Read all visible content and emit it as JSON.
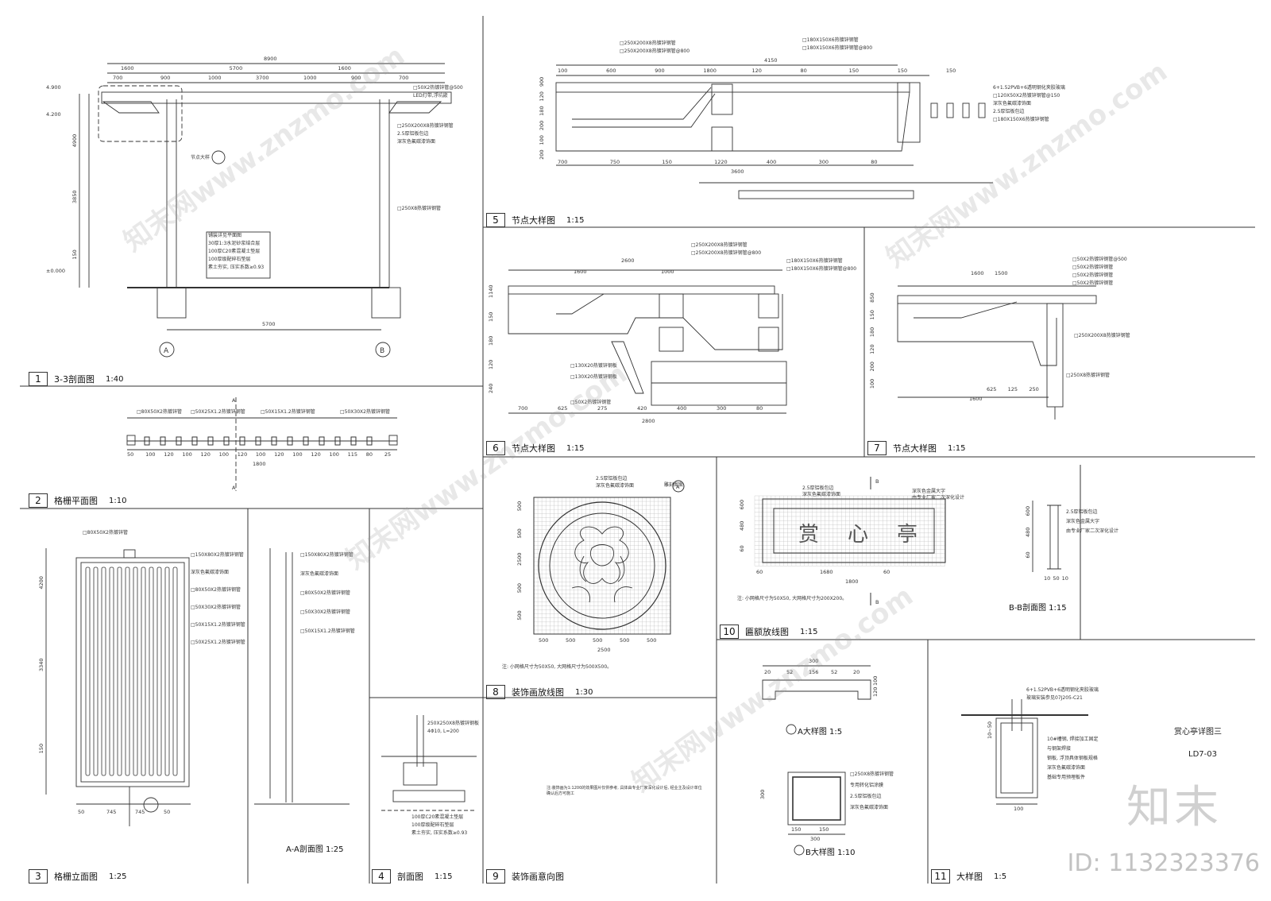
{
  "sheet": {
    "title": "赏心亭详图三",
    "code": "LD7-03",
    "watermark_logo": "知末",
    "watermark_id": "ID: 1132323376",
    "watermark_text": "知末网www.znzmo.com"
  },
  "panels": [
    {
      "num": "1",
      "name": "3-3剖面图",
      "scale": "1:40"
    },
    {
      "num": "2",
      "name": "格栅平面图",
      "scale": "1:10"
    },
    {
      "num": "3",
      "name": "格栅立面图",
      "scale": "1:25"
    },
    {
      "num": "4",
      "name": "剖面图",
      "scale": "1:15"
    },
    {
      "num": "5",
      "name": "节点大样图",
      "scale": "1:15"
    },
    {
      "num": "6",
      "name": "节点大样图",
      "scale": "1:15"
    },
    {
      "num": "7",
      "name": "节点大样图",
      "scale": "1:15"
    },
    {
      "num": "8",
      "name": "装饰画放线图",
      "scale": "1:30"
    },
    {
      "num": "9",
      "name": "装饰画意向图",
      "scale": ""
    },
    {
      "num": "10",
      "name": "匾额放线图",
      "scale": "1:15"
    },
    {
      "num": "11",
      "name": "大样图",
      "scale": "1:5"
    }
  ],
  "sub_views": {
    "aa": {
      "name": "A-A剖面图",
      "scale": "1:25"
    },
    "bb": {
      "name": "B-B剖面图",
      "scale": "1:15"
    },
    "a_detail": {
      "name": "A大样图",
      "scale": "1:5"
    },
    "b_detail": {
      "name": "B大样图",
      "scale": "1:10"
    }
  },
  "section33": {
    "dims_top": [
      "8900",
      "1600",
      "5700",
      "1600",
      "700",
      "900",
      "1000",
      "3700",
      "1000",
      "900",
      "700"
    ],
    "levels": [
      "4.900",
      "4.200",
      "±0.000"
    ],
    "dims_left": [
      "4900",
      "3850",
      "150"
    ],
    "dim_bottom": "5700",
    "axes": [
      "A",
      "B"
    ],
    "notes": [
      "□50X2热镀锌管@500",
      "LED灯带,浮坑嵌",
      "□250X200X8热镀锌钢管",
      "2.5厚铝板包边",
      "深灰色氟碳漆饰面",
      "□250X8热镀锌钢管",
      "节点大样"
    ],
    "floor_notes": [
      "铺装详见平面图",
      "30厚1:3水泥砂浆结合层",
      "100厚C20素混凝土垫层",
      "100厚级配碎石垫层",
      "素土夯实, 压实系数≥0.93"
    ]
  },
  "grille_plan": {
    "notes": [
      "□80X50X2热镀锌管",
      "□50X25X1.2热镀锌钢管",
      "□50X15X1.2热镀锌钢管",
      "□50X30X2热镀锌钢管"
    ],
    "dims": [
      "50",
      "100",
      "120",
      "100",
      "120",
      "100",
      "120",
      "100",
      "120",
      "100",
      "120",
      "100",
      "115",
      "80",
      "25"
    ],
    "total": "1800",
    "section_mark": "A"
  },
  "grille_elev": {
    "notes": [
      "□80X50X2热镀锌管",
      "□150X80X2热镀锌钢管",
      "深灰色氟碳漆饰面",
      "□80X50X2热镀锌钢管",
      "□50X30X2热镀锌钢管",
      "□50X15X1.2热镀锌钢管",
      "□50X25X1.2热镀锌钢管"
    ],
    "dims_bottom": [
      "50",
      "745",
      "745",
      "50"
    ],
    "dims_left": [
      "4200",
      "3340",
      "150"
    ]
  },
  "section4": {
    "notes": [
      "250X250X8热镀锌钢板",
      "4Φ10, L=200",
      "100厚C20素混凝土垫层",
      "100厚级配碎石垫层",
      "素土夯实, 压实系数≥0.93"
    ]
  },
  "node5": {
    "notes": [
      "□250X200X8热镀锌钢管",
      "□250X200X8热镀锌钢管@800",
      "□180X150X6热镀锌钢管",
      "□180X150X6热镀锌钢管@800",
      "6+1.52PVB+6透明钢化夹胶玻璃",
      "□120X50X2热镀锌钢管@150",
      "深灰色氟碳漆饰面",
      "2.5厚铝板包边",
      "□180X150X6热镀锌钢管"
    ],
    "dims_top": [
      "4150",
      "100",
      "600",
      "900",
      "1800",
      "120",
      "80",
      "150",
      "150",
      "150"
    ],
    "dims_bottom": [
      "700",
      "750",
      "150",
      "1220",
      "400",
      "300",
      "80",
      "3600"
    ],
    "dims_left": [
      "900",
      "120",
      "180",
      "200",
      "100",
      "200"
    ]
  },
  "node6": {
    "notes": [
      "□250X200X8热镀锌钢管",
      "□250X200X8热镀锌钢管@800",
      "□180X150X6热镀锌钢管",
      "□180X150X6热镀锌钢管@800",
      "□130X20热镀锌钢板",
      "□130X20热镀锌钢板",
      "□50X2热镀锌钢管"
    ],
    "dims_top": [
      "2600",
      "1600",
      "1000"
    ],
    "dims_bottom": [
      "700",
      "625",
      "275",
      "420",
      "400",
      "300",
      "80",
      "2800"
    ],
    "dims_left": [
      "1140",
      "150",
      "180",
      "120",
      "240"
    ]
  },
  "node7": {
    "notes": [
      "□50X2热镀锌钢管@500",
      "□50X2热镀锌钢管",
      "□50X2热镀锌钢管",
      "□50X2热镀锌钢管",
      "□250X200X8热镀锌钢管",
      "□250X8热镀锌钢管"
    ],
    "dims_top": [
      "1600",
      "1500"
    ],
    "dims_bottom": [
      "1600",
      "625",
      "125",
      "250"
    ],
    "dims_left": [
      "850",
      "150",
      "180",
      "120",
      "200",
      "100"
    ]
  },
  "mural": {
    "notes": [
      "2.5厚铝板包边",
      "深灰色氟碳漆饰面",
      "雕刻图案"
    ],
    "dims_bottom": [
      "500",
      "500",
      "500",
      "500",
      "500",
      "2500"
    ],
    "dims_left": [
      "500",
      "500",
      "2500",
      "500",
      "500"
    ],
    "footnote": "注: 小网格尺寸为50X50, 大网格尺寸为500X500。",
    "mark": "A"
  },
  "plaque": {
    "chars": [
      "赏",
      "心",
      "亭"
    ],
    "notes": [
      "2.5厚铝板包边",
      "深灰色氟碳漆饰面",
      "深灰色金属大字",
      "由专业厂家二次深化设计"
    ],
    "dims_bottom": [
      "60",
      "1680",
      "60",
      "1800"
    ],
    "dims_left": [
      "600",
      "480",
      "60"
    ],
    "footnote": "注: 小网格尺寸为50X50, 大网格尺寸为200X200。",
    "section_mark": "B"
  },
  "bb_section": {
    "notes": [
      "2.5厚铝板包边",
      "深灰色金属大字",
      "由专业厂家二次深化设计"
    ],
    "dims_left": [
      "600",
      "480",
      "60"
    ],
    "dims_bottom": [
      "10",
      "50",
      "10"
    ]
  },
  "a_detail": {
    "dims": [
      "300",
      "20",
      "52",
      "156",
      "52",
      "20",
      "100",
      "120"
    ]
  },
  "b_detail": {
    "notes": [
      "□250X8热镀锌钢管",
      "专用转化铝涂膜",
      "2.5厚铝板包边",
      "深灰色氟碳漆饰面"
    ],
    "dims": [
      "300",
      "150",
      "150",
      "300"
    ]
  },
  "detail11": {
    "notes": [
      "6+1.52PVB+6透明钢化夹胶玻璃",
      "玻璃安装参见07J205-C21",
      "10#槽钢, 焊接加工固定",
      "与钢架焊接",
      "钢板, 浮顶具体钢板规格",
      "深灰色氟碳漆饰面",
      "基础专用预埋板件"
    ],
    "dim_bottom": "100",
    "dim_left": "10~50"
  },
  "mural_note_9": "注:装饰画为1:1200的效果图片仅供参考, 具体由专业厂家深化设计后, 经业主及设计单位确认后方可施工"
}
